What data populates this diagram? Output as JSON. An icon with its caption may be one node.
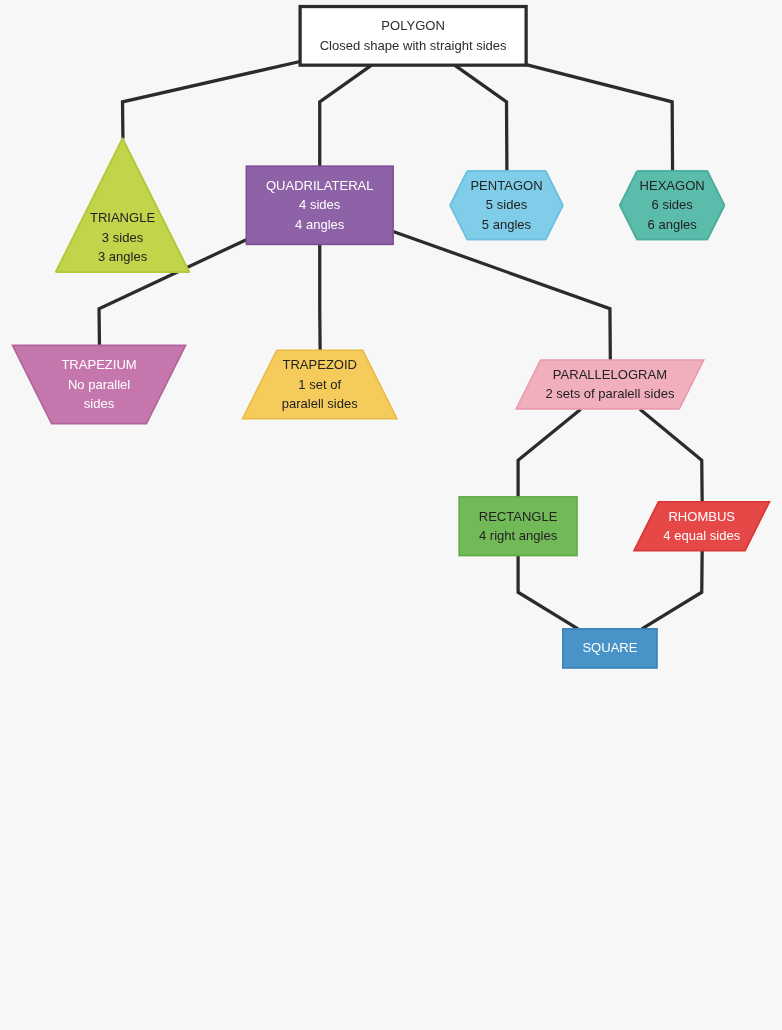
{
  "diagram": {
    "nodes": [
      {
        "text": [
          "POLYGON",
          "Closed shape with straight sides"
        ]
      },
      {
        "text": [
          "TRIANGLE",
          "3 sides 3 angles"
        ]
      },
      {
        "text": [
          "QUADRILATERAL",
          "4 sides 4 angles"
        ]
      },
      {
        "text": [
          "PENTAGON",
          "5 sides 5 angles"
        ]
      },
      {
        "text": [
          "HEXAGON",
          "6 sides 6 angles"
        ]
      },
      {
        "text": [
          "TRAPEZIUM",
          "No parallel sides"
        ]
      },
      {
        "text": [
          "TRAPEZOID",
          "1 set of paralell sides"
        ]
      },
      {
        "text": [
          "PARALLELOGRAM",
          "2 sets of paralell sides"
        ]
      },
      {
        "text": [
          "RECTANGLE",
          "4 right angles"
        ]
      },
      {
        "text": [
          "RHOMBUS",
          "4 equal sides"
        ]
      },
      {
        "text": [
          "SQUARE"
        ]
      }
    ],
    "edges": [
      {
        "from": 0,
        "to": 1,
        "arrow": "none"
      },
      {
        "from": 0,
        "to": 2,
        "arrow": "none"
      },
      {
        "from": 0,
        "to": 3,
        "arrow": "none"
      },
      {
        "from": 0,
        "to": 4,
        "arrow": "none"
      },
      {
        "from": 2,
        "to": 5,
        "arrow": "none"
      },
      {
        "from": 2,
        "to": 6,
        "arrow": "none"
      },
      {
        "from": 2,
        "to": 7,
        "arrow": "none"
      },
      {
        "from": 7,
        "to": 8,
        "arrow": "none"
      },
      {
        "from": 7,
        "to": 9,
        "arrow": "none"
      },
      {
        "from": 8,
        "to": 10,
        "arrow": "none"
      },
      {
        "from": 9,
        "to": 10,
        "arrow": "none"
      }
    ]
  }
}
